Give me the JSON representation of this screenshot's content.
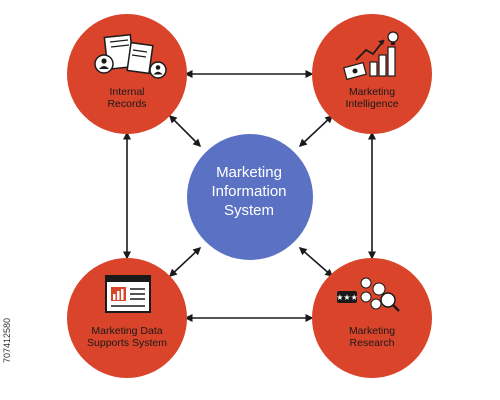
{
  "center": {
    "line1": "Marketing",
    "line2": "Information",
    "line3": "System",
    "color": "#5b72c4"
  },
  "nodes": {
    "internal_records": {
      "line1": "Internal",
      "line2": "Records"
    },
    "marketing_intelligence": {
      "line1": "Marketing",
      "line2": "Intelligence"
    },
    "marketing_data_supports_system": {
      "line1": "Marketing Data",
      "line2": "Supports System"
    },
    "marketing_research": {
      "line1": "Marketing",
      "line2": "Research"
    }
  },
  "colors": {
    "node": "#d9442a",
    "arrow": "#1a1a1a"
  },
  "stock_id": "707412580",
  "icons": {
    "internal_records": "documents-people-icon",
    "marketing_intelligence": "growth-chart-icon",
    "marketing_data_supports_system": "dashboard-icon",
    "marketing_research": "research-icon"
  }
}
